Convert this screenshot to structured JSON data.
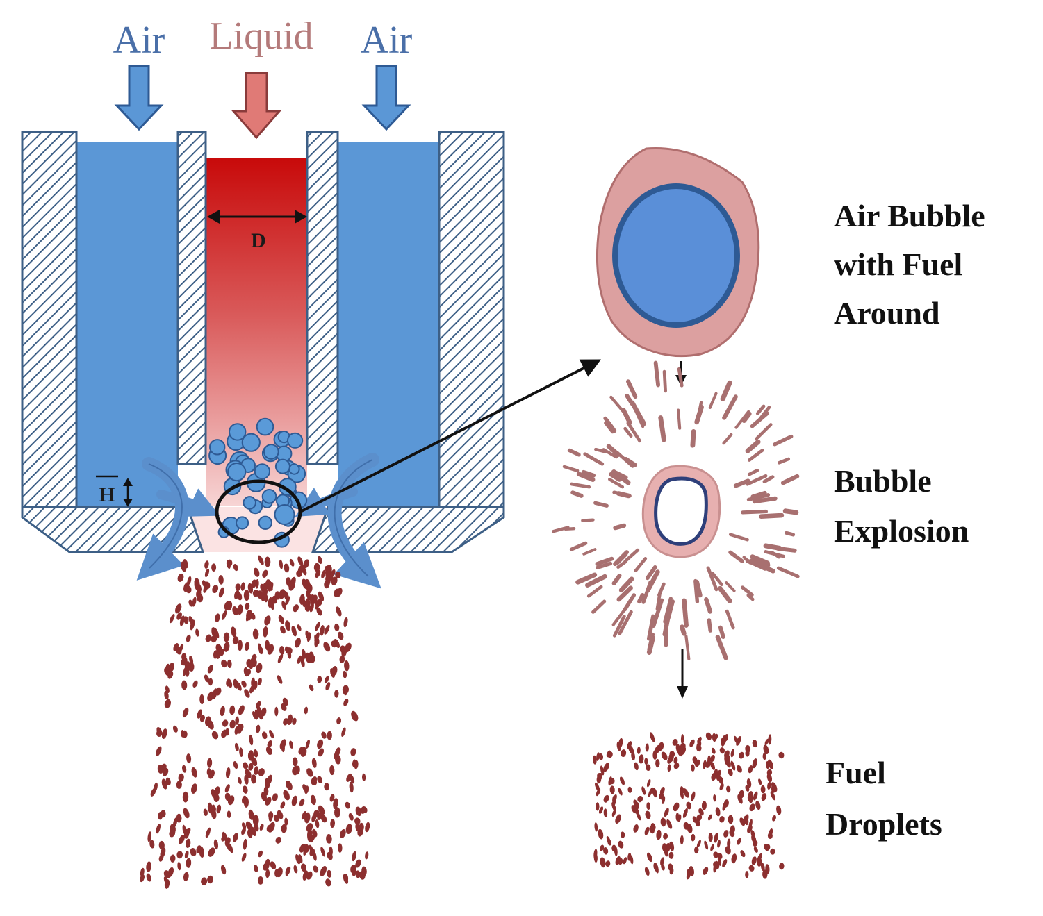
{
  "labels": {
    "air_left": "Air",
    "liquid": "Liquid",
    "air_right": "Air",
    "diameter": "D",
    "height": "H"
  },
  "stages": {
    "bubble": [
      "Air Bubble",
      "with Fuel",
      "Around"
    ],
    "explosion": [
      "Bubble",
      "Explosion"
    ],
    "droplets": [
      "Fuel",
      "Droplets"
    ]
  },
  "colors": {
    "air": "#5b97d6",
    "air_text": "#4a6fa8",
    "liquid_text": "#b47a7a",
    "liquid_top": "#c80a0a",
    "liquid_bottom": "#f5c9c9",
    "hatch": "#3d5f86",
    "fuel_film": "#dca0a0",
    "bubble_core": "#5a8fd8",
    "bubble_ring": "#2e5a94",
    "droplet": "#8c2f2f",
    "fragment": "#a87070"
  }
}
